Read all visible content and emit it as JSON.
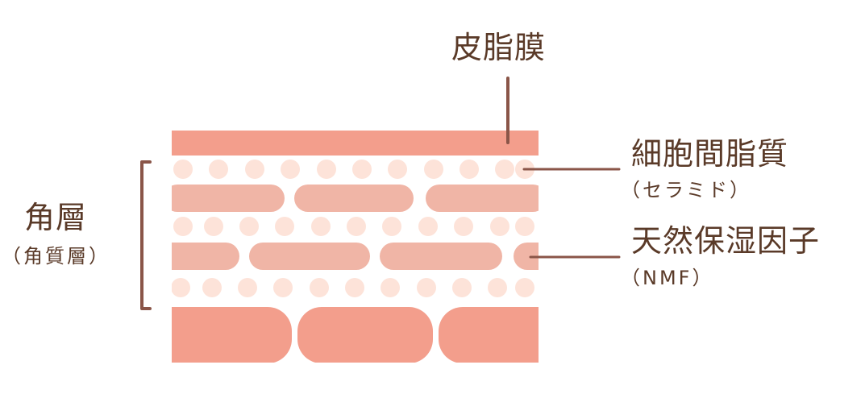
{
  "labels": {
    "sebum_membrane": "皮脂膜",
    "intercellular_lipid": "細胞間脂質",
    "intercellular_lipid_sub": "（セラミド）",
    "nmf": "天然保湿因子",
    "nmf_sub": "（NMF）",
    "stratum_corneum": "角層",
    "stratum_corneum_sub": "（角質層）"
  },
  "colors": {
    "sebum": "#f39e8c",
    "corneocyte": "#f0b5a6",
    "lipid_dot": "#fde3d9",
    "base_cell": "#f39e8c",
    "line": "#8a5548",
    "text": "#5a3a28"
  }
}
